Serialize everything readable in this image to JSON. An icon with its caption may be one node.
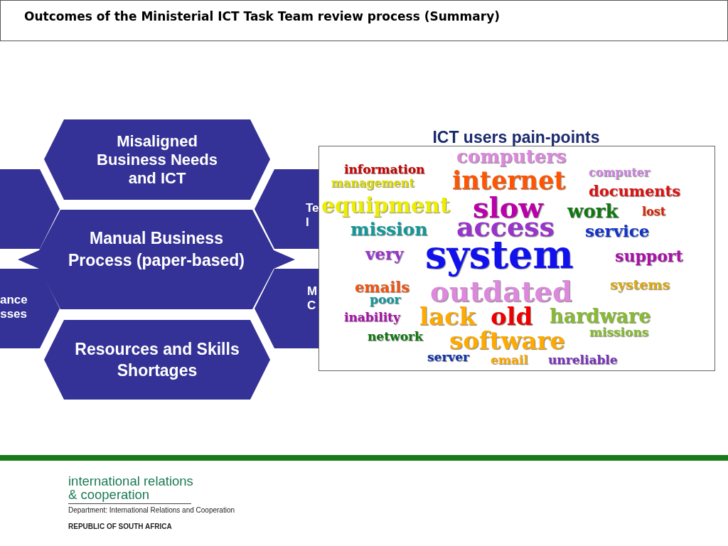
{
  "diagram": {
    "title": "Outcomes of the Ministerial ICT Task Team review process (Summary)",
    "nodes": [
      {
        "text": [
          "Misaligned Business Needs and ICT"
        ]
      },
      {
        "text": [],
        "shape": "hexagon"
      },
      {
        "text": [
          "Te I"
        ]
      },
      {
        "text": [
          "Manual Business Process (paper-based)"
        ]
      },
      {
        "text": [
          "ance sses"
        ]
      },
      {
        "text": [
          "M C"
        ]
      },
      {
        "text": [
          "Resources and Skills Shortages"
        ]
      },
      {
        "text": [
          "ICT users pain-points"
        ]
      }
    ],
    "edges": [],
    "labels": [
      "computers",
      "information",
      "management",
      "internet",
      "computer",
      "documents",
      "equipment",
      "slow",
      "work",
      "lost",
      "mission",
      "access",
      "service",
      "very",
      "system",
      "support",
      "emails",
      "outdated",
      "systems",
      "poor",
      "inability",
      "lack",
      "old",
      "hardware",
      "network",
      "missions",
      "software",
      "server",
      "email",
      "unreliable",
      "international relations & cooperation",
      "Department: International Relations and Cooperation",
      "REPUBLIC OF SOUTH AFRICA"
    ]
  }
}
